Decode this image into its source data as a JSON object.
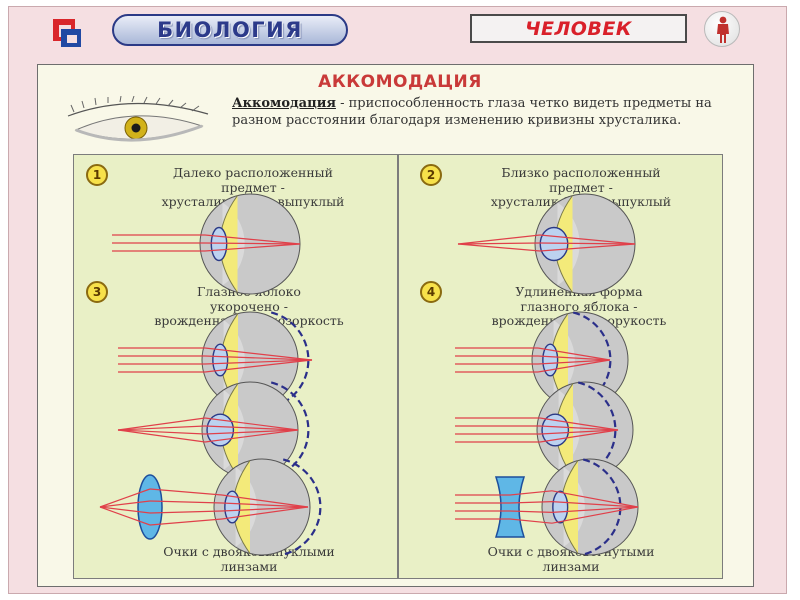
{
  "header": {
    "subject": "БИОЛОГИЯ",
    "section": "ЧЕЛОВЕК",
    "person_icon": "person-icon",
    "logo_icon": "logo-icon"
  },
  "title": "АККОМОДАЦИЯ",
  "definition": {
    "term": "Аккомодация",
    "text": " - приспособленность глаза четко видеть предметы на разном расстоянии благодаря изменению кривизны хрусталика."
  },
  "panels": [
    {
      "num": "1",
      "caption_lines": [
        "Далеко расположенный",
        "предмет -",
        "хрусталик менее выпуклый"
      ]
    },
    {
      "num": "2",
      "caption_lines": [
        "Близко расположенный",
        "предмет -",
        "хрусталик более выпуклый"
      ]
    },
    {
      "num": "3",
      "caption_lines": [
        "Глазное яблоко",
        "укорочено -",
        "врожденная дальнозоркость"
      ]
    },
    {
      "num": "4",
      "caption_lines": [
        "Удлиненная форма",
        "глазного яблока -",
        "врожденная близорукость"
      ]
    }
  ],
  "glasses": {
    "convex": [
      "Очки с двояковыпуклыми",
      "линзами"
    ],
    "concave": [
      "Очки с двояковогнутыми",
      "линзами"
    ]
  },
  "colors": {
    "frame_bg": "#f5dfe2",
    "panel_bg": "#e9f0c6",
    "ray": "#e0404a",
    "badge": "#f7e14a",
    "title": "#c93a39",
    "section_text": "#d9202a",
    "subject_text": "#2c3a8a"
  }
}
